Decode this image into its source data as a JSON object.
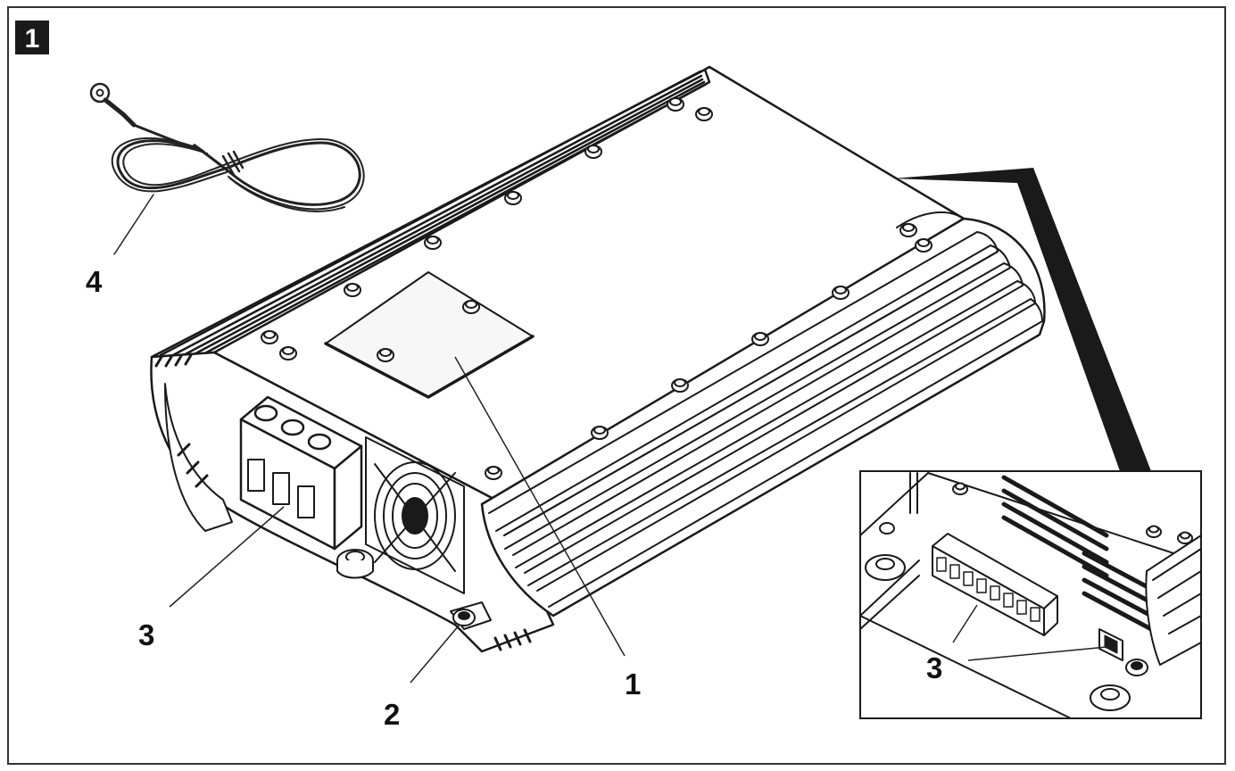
{
  "figure": {
    "number": "1",
    "colors": {
      "line": "#1a1a1a",
      "badge": "#1a1a1a",
      "background": "#ffffff",
      "cover": "#f7f7f7"
    }
  },
  "callouts": [
    {
      "id": "callout-1",
      "label": "1",
      "part": "rating-plate"
    },
    {
      "id": "callout-2",
      "label": "2",
      "part": "earth-screw"
    },
    {
      "id": "callout-3",
      "label": "3",
      "part": "power-terminal-block"
    },
    {
      "id": "callout-4",
      "label": "4",
      "part": "earth-cable-ring-terminal"
    },
    {
      "id": "callout-3-detail",
      "label": "3",
      "part": "signal-connector-detail"
    }
  ]
}
